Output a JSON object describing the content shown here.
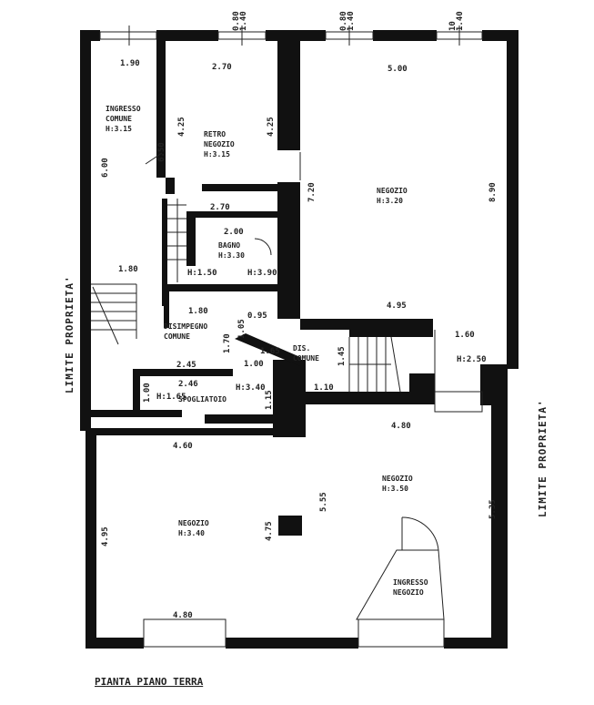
{
  "plan": {
    "title": "PIANTA PIANO TERRA",
    "property_limit_left": "LIMITE PROPRIETA'",
    "property_limit_right": "LIMITE PROPRIETA'",
    "rooms": {
      "ingresso_comune": [
        "INGRESSO",
        "COMUNE",
        "H:3.15"
      ],
      "retro_negozio": [
        "RETRO",
        "NEGOZIO",
        "H:3.15"
      ],
      "negozio_top": [
        "NEGOZIO",
        "H:3.20"
      ],
      "bagno": [
        "BAGNO",
        "H:3.30"
      ],
      "disimpegno": [
        "DISIMPEGNO",
        "COMUNE"
      ],
      "dis_comune": [
        "DIS.",
        "COMUNE"
      ],
      "spogliatoio": "SPOGLIATOIO",
      "negozio_right": [
        "NEGOZIO",
        "H:3.50"
      ],
      "negozio_left": [
        "NEGOZIO",
        "H:3.40"
      ],
      "ingresso_negozio": [
        "INGRESSO",
        "NEGOZIO"
      ]
    },
    "dimensions": {
      "d_1_90": "1.90",
      "d_2_70_top": "2.70",
      "d_5_00": "5.00",
      "d_4_25_a": "4.25",
      "d_4_25_b": "4.25",
      "d_6_00": "6.00",
      "d_6_50": "6.50",
      "d_7_20": "7.20",
      "d_8_90": "8.90",
      "d_2_70_mid": "2.70",
      "d_2_00": "2.00",
      "d_h150": "H:1.50",
      "d_h390": "H:3.90",
      "d_1_80_left": "1.80",
      "d_1_80_mid": "1.80",
      "d_1_05": "1.05",
      "d_0_95": "0.95",
      "d_4_95": "4.95",
      "d_1_60": "1.60",
      "d_h250": "H:2.50",
      "d_1_70": "1.70",
      "d_1_65": "1.65",
      "d_1_00_a": "1.00",
      "d_1_45": "1.45",
      "d_2_45": "2.45",
      "d_2_46": "2.46",
      "d_1_00_b": "1.00",
      "d_h165": "H:1.65",
      "d_h340_small": "H:3.40",
      "d_1_15": "1.15",
      "d_1_10": "1.10",
      "d_4_80_mid": "4.80",
      "d_4_60": "4.60",
      "d_4_95_left": "4.95",
      "d_4_75": "4.75",
      "d_5_55": "5.55",
      "d_5_35": "5.35",
      "d_4_80_bottom": "4.80",
      "w1_a": "0.80",
      "w1_b": "1.40",
      "w2_a": "0.80",
      "w2_b": "1.40",
      "w3_a": "10",
      "w3_b": "1.40"
    }
  }
}
